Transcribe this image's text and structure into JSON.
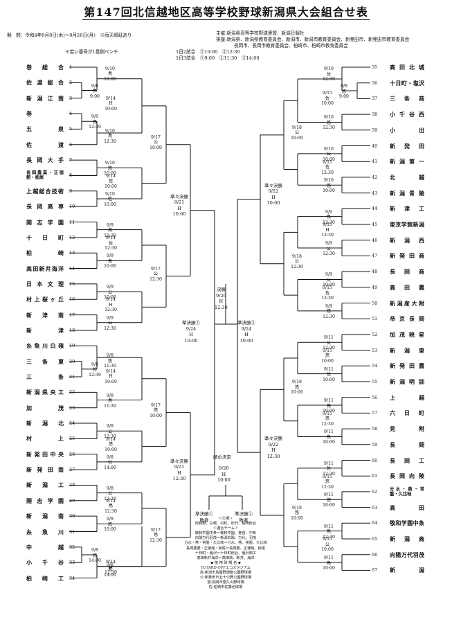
{
  "title": "第147回北信越地区高等学校野球新潟県大会組合せ表",
  "header": {
    "period": "期　間：令和4年9月8日(木)～9月26日(月)　※雨天順延あり",
    "bench_note": "※若い番号が1塁側ベンチ",
    "sponsor1": "主催:新潟県高等学校野球連盟、新潟日報社",
    "sponsor2": "後援:新潟県、新潟県教育委員会、新潟市、新潟市教育委員会、新発田市、新発田市教育委員会",
    "sponsor3": "長岡市、長岡市教育委員会、柏崎市、柏崎市教育委員会",
    "games2": "1日2試合　①10:00　②12:30",
    "games3": "1日3試合　①9:00　②11:30　③14:00"
  },
  "left_teams": [
    {
      "no": "1",
      "name": "巻総合"
    },
    {
      "no": "2",
      "name": "佐渡総合"
    },
    {
      "no": "3",
      "name": "新潟江南"
    },
    {
      "no": "4",
      "name": "巻"
    },
    {
      "no": "5",
      "name": "五泉"
    },
    {
      "no": "6",
      "name": "佐渡"
    },
    {
      "no": "7",
      "name": "長岡大手"
    },
    {
      "no": "8",
      "name": "長岡農業・正徳館・栃尾"
    },
    {
      "no": "9",
      "name": "上越総合技術"
    },
    {
      "no": "10",
      "name": "長岡高専"
    },
    {
      "no": "11",
      "name": "開志学園"
    },
    {
      "no": "12",
      "name": "十日町"
    },
    {
      "no": "13",
      "name": "柏崎"
    },
    {
      "no": "14",
      "name": "高田新井海洋"
    },
    {
      "no": "15",
      "name": "日本文理"
    },
    {
      "no": "16",
      "name": "村上桜ヶ丘"
    },
    {
      "no": "17",
      "name": "新津南"
    },
    {
      "no": "18",
      "name": "新津"
    },
    {
      "no": "19",
      "name": "糸魚川白嶺"
    },
    {
      "no": "20",
      "name": "三条東"
    },
    {
      "no": "21",
      "name": "三条"
    },
    {
      "no": "22",
      "name": "新潟県央工"
    },
    {
      "no": "23",
      "name": "加茂"
    },
    {
      "no": "24",
      "name": "新潟北"
    },
    {
      "no": "25",
      "name": "村上"
    },
    {
      "no": "26",
      "name": "新発田中央"
    },
    {
      "no": "27",
      "name": "新発田南"
    },
    {
      "no": "28",
      "name": "新潟工"
    },
    {
      "no": "29",
      "name": "開志学園"
    },
    {
      "no": "30",
      "name": "新潟南"
    },
    {
      "no": "31",
      "name": "糸魚川"
    },
    {
      "no": "32",
      "name": "中越"
    },
    {
      "no": "33",
      "name": "小千谷"
    },
    {
      "no": "34",
      "name": "柏崎工"
    }
  ],
  "right_teams": [
    {
      "no": "35",
      "name": "高田北城"
    },
    {
      "no": "36",
      "name": "十日町・塩沢"
    },
    {
      "no": "37",
      "name": "三条商"
    },
    {
      "no": "38",
      "name": "小千谷西"
    },
    {
      "no": "39",
      "name": "小出"
    },
    {
      "no": "40",
      "name": "新発田"
    },
    {
      "no": "41",
      "name": "新潟第一"
    },
    {
      "no": "42",
      "name": "北越"
    },
    {
      "no": "43",
      "name": "新潟青陵"
    },
    {
      "no": "44",
      "name": "新津工"
    },
    {
      "no": "45",
      "name": "東京学館新潟"
    },
    {
      "no": "46",
      "name": "新潟西"
    },
    {
      "no": "47",
      "name": "新発田商"
    },
    {
      "no": "48",
      "name": "長岡商"
    },
    {
      "no": "49",
      "name": "高田農"
    },
    {
      "no": "50",
      "name": "新潟産大附"
    },
    {
      "no": "51",
      "name": "帝京長岡"
    },
    {
      "no": "52",
      "name": "加茂暁星"
    },
    {
      "no": "53",
      "name": "新潟東"
    },
    {
      "no": "54",
      "name": "新発田農"
    },
    {
      "no": "55",
      "name": "新潟明訓"
    },
    {
      "no": "56",
      "name": "上越"
    },
    {
      "no": "57",
      "name": "六日町"
    },
    {
      "no": "58",
      "name": "見附"
    },
    {
      "no": "59",
      "name": "長岡"
    },
    {
      "no": "60",
      "name": "長岡工"
    },
    {
      "no": "61",
      "name": "長岡向陵"
    },
    {
      "no": "62",
      "name": "分水・燕・常盤・久比岐"
    },
    {
      "no": "63",
      "name": "高田"
    },
    {
      "no": "64",
      "name": "敬和学園中条"
    },
    {
      "no": "65",
      "name": "新潟商"
    },
    {
      "no": "66",
      "name": "向陽万代羽茂"
    },
    {
      "no": "67",
      "name": "新潟"
    }
  ],
  "match_info": [
    {
      "id": "L1",
      "text": "9/8\n鳥\n9:00"
    },
    {
      "id": "L2",
      "text": "9/10\n鳥\n10:00"
    },
    {
      "id": "L3",
      "text": "9/8\n鳥\n12:30"
    },
    {
      "id": "L4",
      "text": "9/10\n鳥\n12:30"
    },
    {
      "id": "L5",
      "text": "9/10\n悠\n10:00"
    },
    {
      "id": "L6",
      "text": "9/10\n佐\n10:00"
    },
    {
      "id": "L7",
      "text": "9/9\n鳥\n12:30"
    },
    {
      "id": "L8",
      "text": "9/9\n鳥\n10:00"
    },
    {
      "id": "L9",
      "text": "9/9\n公\n10:00"
    },
    {
      "id": "L10",
      "text": "9/9\n公\n12:30"
    },
    {
      "id": "L11",
      "text": "9/8\n佐\n12:30"
    },
    {
      "id": "L12",
      "text": "9/8\n悠\n11:30"
    },
    {
      "id": "L13",
      "text": "9/8\n鳥\n11:30"
    },
    {
      "id": "L14",
      "text": "9/8\n公\n12:30"
    },
    {
      "id": "L15",
      "text": "9/8\n公\n14:00"
    },
    {
      "id": "L16",
      "text": "9/8\n公\n12:30"
    },
    {
      "id": "L17",
      "text": "9/8\n悠\n10:00"
    },
    {
      "id": "L18",
      "text": "9/8\n悠\n14:00"
    },
    {
      "id": "L19",
      "text": "9/8\n悠\n12:30"
    },
    {
      "id": "L20",
      "text": "9/8\n鳥\n14:00"
    },
    {
      "id": "L2a",
      "text": "9/14\nH\n10:00"
    },
    {
      "id": "L2b",
      "text": "9/14\n佐\n10:00"
    },
    {
      "id": "L2c",
      "text": "9/14\n佐\n12:30"
    },
    {
      "id": "L2d",
      "text": "9/14\nH\n12:30"
    },
    {
      "id": "L2e",
      "text": "9/14\nH\n10:00"
    },
    {
      "id": "L2f",
      "text": "9/14\n悠\n10:00"
    },
    {
      "id": "L2g",
      "text": "9/14\n鳥\n12:30"
    },
    {
      "id": "L2h",
      "text": "9/14\n公\n12:30"
    },
    {
      "id": "L3a",
      "text": "9/17\n公\n10:00"
    },
    {
      "id": "L3b",
      "text": "9/17\n公\n12:30"
    },
    {
      "id": "L3c",
      "text": "9/17\n悠\n10:00"
    },
    {
      "id": "L3d",
      "text": "9/17\n悠\n12:30"
    },
    {
      "id": "R1",
      "text": "9/8\n悠\n9:00"
    },
    {
      "id": "R2",
      "text": "9/10\n佐\n12:30"
    },
    {
      "id": "R3",
      "text": "9/10\n悠\n12:30"
    },
    {
      "id": "R4",
      "text": "9/10\n公\n10:00"
    },
    {
      "id": "R5",
      "text": "9/10\n悠\n10:00"
    },
    {
      "id": "R6",
      "text": "9/10\n鳥\n12:30"
    },
    {
      "id": "R7",
      "text": "9/9\n鳥\n12:30"
    },
    {
      "id": "R8",
      "text": "9/9\n公\n12:30"
    },
    {
      "id": "R9",
      "text": "9/9\n公\n10:00"
    },
    {
      "id": "R10",
      "text": "9/9\n悠\n12:30"
    },
    {
      "id": "R11",
      "text": "9/11\n公\n12:30"
    },
    {
      "id": "R12",
      "text": "9/11\n佐\n10:00"
    },
    {
      "id": "R13",
      "text": "9/11\n鳥\n10:00"
    },
    {
      "id": "R14",
      "text": "9/11\n鳥\n10:00"
    },
    {
      "id": "R15",
      "text": "9/11\n佐\n12:30"
    },
    {
      "id": "R16",
      "text": "9/11\n悠\n10:00"
    },
    {
      "id": "R17",
      "text": "9/11\n鳥\n12:30"
    },
    {
      "id": "R18",
      "text": "9/11\n鳥\n10:00"
    },
    {
      "id": "R2a",
      "text": "9/15\n佐\n10:00"
    },
    {
      "id": "R2b",
      "text": "9/15\n佐\n12:30"
    },
    {
      "id": "R2c",
      "text": "9/15\nH\n12:30"
    },
    {
      "id": "R2d",
      "text": "9/15\n佐\n12:30"
    },
    {
      "id": "R2e",
      "text": "9/15\n悠\n10:00"
    },
    {
      "id": "R2f",
      "text": "9/15\n悠\n12:30"
    },
    {
      "id": "R2g",
      "text": "9/15\n悠\n12:30"
    },
    {
      "id": "R2h",
      "text": "9/15\n公\n10:00"
    },
    {
      "id": "R3a",
      "text": "9/18\n公\n10:00"
    },
    {
      "id": "R3b",
      "text": "9/18\n公\n12:30"
    },
    {
      "id": "R3c",
      "text": "9/18\n悠\n10:00"
    },
    {
      "id": "R3d",
      "text": "9/18\n悠\n10:00"
    }
  ],
  "rounds": {
    "qqf_l1": "準々決勝\n9/21\nH\n10:00",
    "qqf_l2": "準々決勝\n9/21\nH\n12:30",
    "qqf_r1": "準々決勝\n9/22\nH\n10:00",
    "qqf_r2": "準々決勝\n9/22\nH\n12:30",
    "sf1": "準決勝①\n9/24\nH\n10:00",
    "sf2": "準決勝②\n9/24\nH\n10:00",
    "final": "決勝\n9/26\nH\n12:30",
    "third_title": "順位決定",
    "third": "9/26\nH\n10:00",
    "third_l": "準決勝①\n敗者",
    "third_r": "準決勝②\n敗者"
  },
  "notes": "＜欠場＞\n阿賀野、白根、村松、松代、柏崎総合\n＜連合チーム＞\n敬和学園中条＝敬和学園、巻宮、中条\n向陽万代羽茂＝新潟向陽、万代、羽茂\n分水・燕・常盤・久比岐＝分水、燕、常盤、久比岐\n長岡農業・正徳館・栃尾＝長岡農、正徳館、栃尾\n十日町・塩沢＝十日町総合、塩沢商工\n高田新井海洋＝高田商、新井、海洋\n◆ 使 用 球 場 名 ◆\nH:HARD OFFエコスタジアム\n鳥:新潟市鳥屋野運動公園野球場\n公:新発田市五十公野公園野球場\n悠:長岡市悠久山野球場\n佐:柏崎市佐藤池球場"
}
